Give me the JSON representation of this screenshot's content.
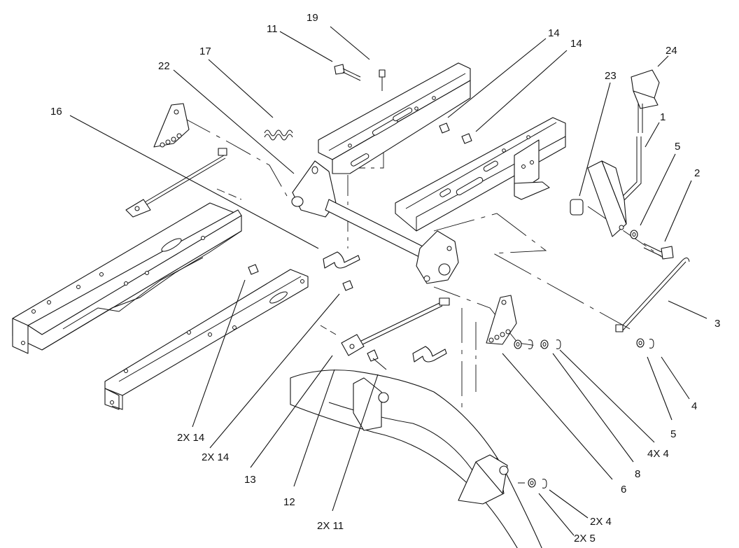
{
  "diagram": {
    "callouts": {
      "c19": "19",
      "c11": "11",
      "c14a": "14",
      "c14b": "14",
      "c24": "24",
      "c17": "17",
      "c22": "22",
      "c23": "23",
      "c1": "1",
      "c16": "16",
      "c5a": "5",
      "c2": "2",
      "c3": "3",
      "c4a": "4",
      "c5b": "5",
      "c4x4": "4X 4",
      "c8": "8",
      "c6": "6",
      "c2x14a": "2X 14",
      "c2x14b": "2X 14",
      "c13": "13",
      "c12": "12",
      "c2x11": "2X 11",
      "c2x4": "2X 4",
      "c2x5": "2X 5"
    }
  }
}
